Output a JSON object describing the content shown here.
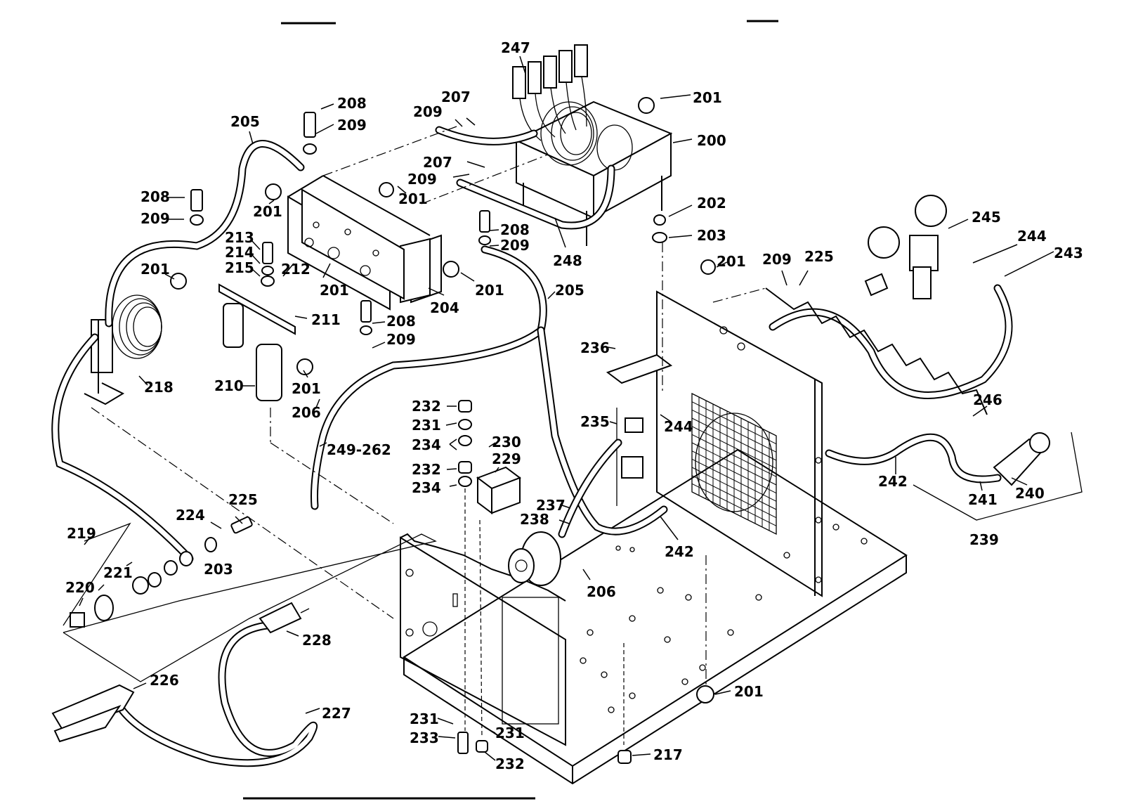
{
  "diagram": {
    "type": "exploded-parts-diagram",
    "subject": "welding machine chassis internal components",
    "callouts": [
      {
        "id": "c247a",
        "label": "247"
      },
      {
        "id": "c201a",
        "label": "201"
      },
      {
        "id": "c200",
        "label": "200"
      },
      {
        "id": "c208a",
        "label": "208"
      },
      {
        "id": "c209a",
        "label": "209"
      },
      {
        "id": "c205a",
        "label": "205"
      },
      {
        "id": "c209b",
        "label": "209"
      },
      {
        "id": "c207a",
        "label": "207"
      },
      {
        "id": "c207b",
        "label": "207"
      },
      {
        "id": "c209c",
        "label": "209"
      },
      {
        "id": "c201b",
        "label": "201"
      },
      {
        "id": "c208b",
        "label": "208"
      },
      {
        "id": "c209d",
        "label": "209"
      },
      {
        "id": "c201c",
        "label": "201"
      },
      {
        "id": "c202",
        "label": "202"
      },
      {
        "id": "c203a",
        "label": "203"
      },
      {
        "id": "c208c",
        "label": "208"
      },
      {
        "id": "c209e",
        "label": "209"
      },
      {
        "id": "c248",
        "label": "248"
      },
      {
        "id": "c213",
        "label": "213"
      },
      {
        "id": "c214",
        "label": "214"
      },
      {
        "id": "c215",
        "label": "215"
      },
      {
        "id": "c212",
        "label": "212"
      },
      {
        "id": "c201d",
        "label": "201"
      },
      {
        "id": "c201e",
        "label": "201"
      },
      {
        "id": "c201f",
        "label": "201"
      },
      {
        "id": "c204",
        "label": "204"
      },
      {
        "id": "c205b",
        "label": "205"
      },
      {
        "id": "c211",
        "label": "211"
      },
      {
        "id": "c208d",
        "label": "208"
      },
      {
        "id": "c209f",
        "label": "209"
      },
      {
        "id": "c218",
        "label": "218"
      },
      {
        "id": "c210",
        "label": "210"
      },
      {
        "id": "c201g",
        "label": "201"
      },
      {
        "id": "c206a",
        "label": "206"
      },
      {
        "id": "c249",
        "label": "249-262"
      },
      {
        "id": "c201h",
        "label": "201"
      },
      {
        "id": "c209g",
        "label": "209"
      },
      {
        "id": "c225a",
        "label": "225"
      },
      {
        "id": "c245",
        "label": "245"
      },
      {
        "id": "c244a",
        "label": "244"
      },
      {
        "id": "c243",
        "label": "243"
      },
      {
        "id": "c236",
        "label": "236"
      },
      {
        "id": "c246",
        "label": "246"
      },
      {
        "id": "c235",
        "label": "235"
      },
      {
        "id": "c244b",
        "label": "244"
      },
      {
        "id": "c232a",
        "label": "232"
      },
      {
        "id": "c231a",
        "label": "231"
      },
      {
        "id": "c234a",
        "label": "234"
      },
      {
        "id": "c230",
        "label": "230"
      },
      {
        "id": "c229",
        "label": "229"
      },
      {
        "id": "c232b",
        "label": "232"
      },
      {
        "id": "c234b",
        "label": "234"
      },
      {
        "id": "c237",
        "label": "237"
      },
      {
        "id": "c238",
        "label": "238"
      },
      {
        "id": "c242a",
        "label": "242"
      },
      {
        "id": "c242b",
        "label": "242"
      },
      {
        "id": "c241",
        "label": "241"
      },
      {
        "id": "c240",
        "label": "240"
      },
      {
        "id": "c239",
        "label": "239"
      },
      {
        "id": "c206b",
        "label": "206"
      },
      {
        "id": "c225b",
        "label": "225"
      },
      {
        "id": "c224",
        "label": "224"
      },
      {
        "id": "c219",
        "label": "219"
      },
      {
        "id": "c203b",
        "label": "203"
      },
      {
        "id": "c221",
        "label": "221"
      },
      {
        "id": "c220",
        "label": "220"
      },
      {
        "id": "c228",
        "label": "228"
      },
      {
        "id": "c226",
        "label": "226"
      },
      {
        "id": "c227",
        "label": "227"
      },
      {
        "id": "c231b",
        "label": "231"
      },
      {
        "id": "c233",
        "label": "233"
      },
      {
        "id": "c231c",
        "label": "231"
      },
      {
        "id": "c232c",
        "label": "232"
      },
      {
        "id": "c201i",
        "label": "201"
      },
      {
        "id": "c217",
        "label": "217"
      }
    ]
  }
}
